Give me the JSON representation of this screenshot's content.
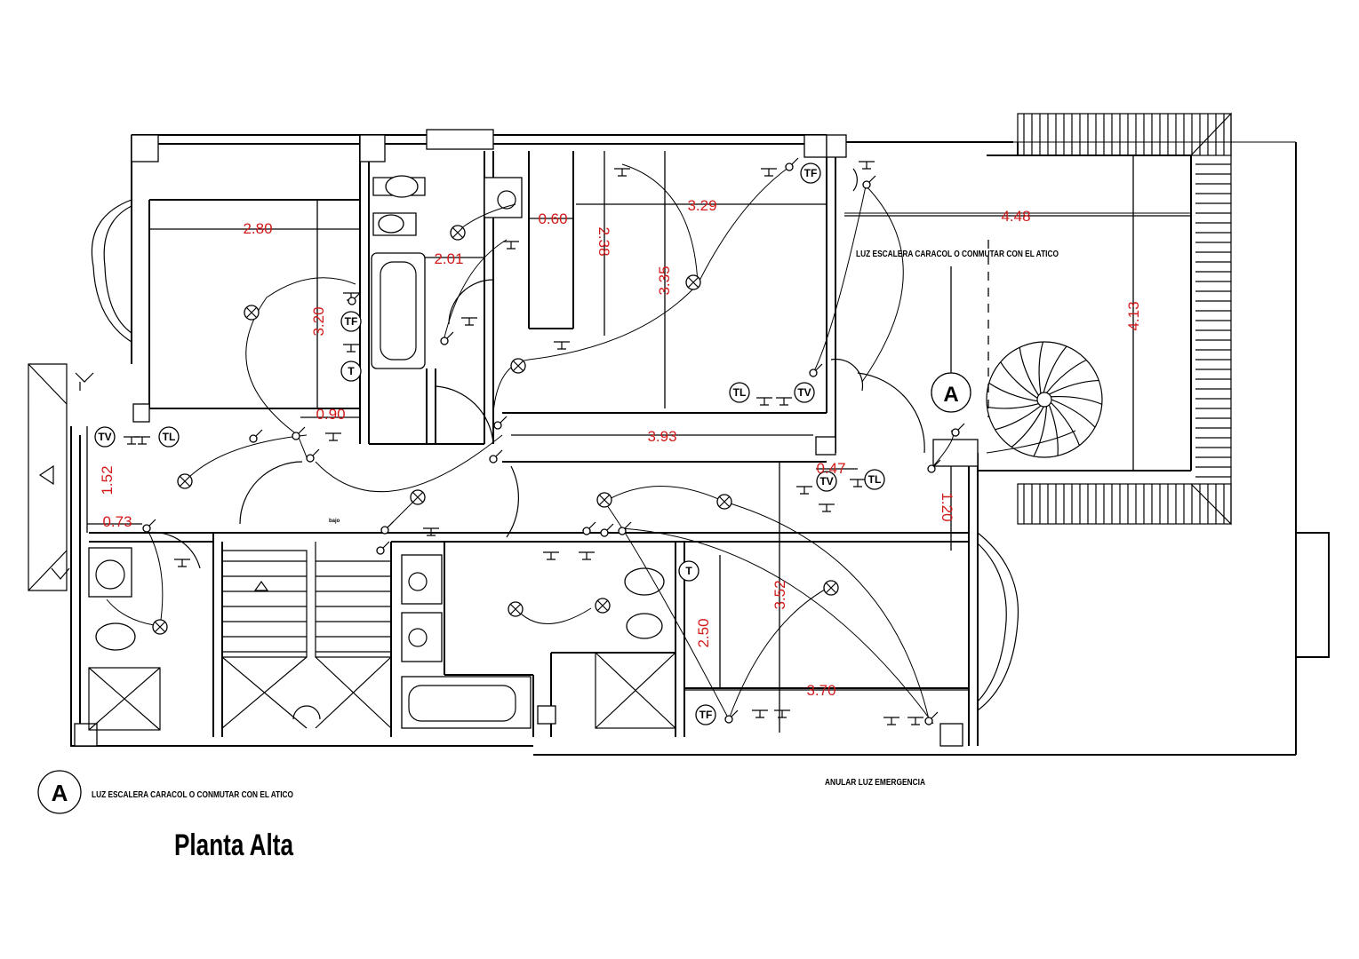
{
  "drawing": {
    "title": "Planta Alta",
    "section_marker": "A",
    "note_bottom": "LUZ ESCALERA CARACOL O CONMUTAR CON EL ATICO",
    "note_top": "LUZ ESCALERA CARACOL O CONMUTAR CON EL ATICO",
    "note_emergency": "ANULAR LUZ EMERGENCIA",
    "small_label": "bajo"
  },
  "dimensions": {
    "d280": "2.80",
    "d320": "3.20",
    "d090": "0.90",
    "d152": "1.52",
    "d073": "0.73",
    "d201": "2.01",
    "d060": "0.60",
    "d238": "2.38",
    "d335": "3.35",
    "d329": "3.29",
    "d448": "4.48",
    "d413": "4.13",
    "d393": "3.93",
    "d047": "0.47",
    "d120": "1.20",
    "d352": "3.52",
    "d250": "2.50",
    "d370": "3.70"
  },
  "symbols": {
    "tv": "TV",
    "tl": "TL",
    "tf": "TF",
    "t": "T"
  }
}
